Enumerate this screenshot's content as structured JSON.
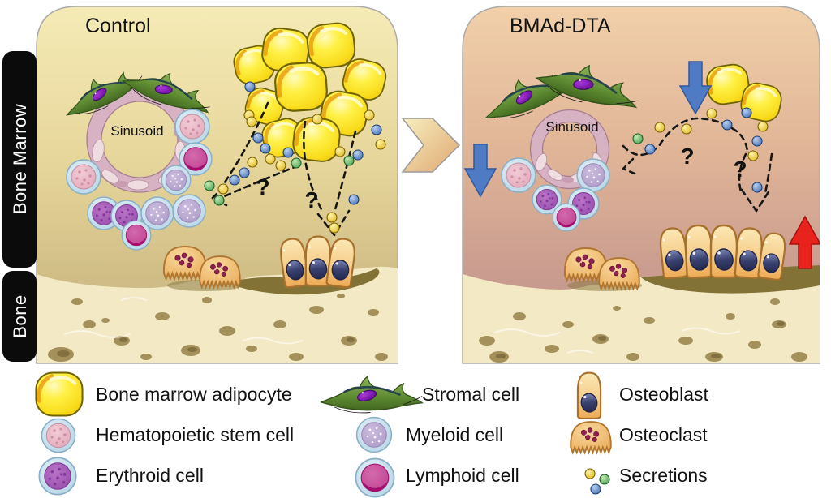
{
  "figure": {
    "panels": {
      "left": {
        "title": "Control",
        "sinusoid_label": "Sinusoid"
      },
      "right": {
        "title": "BMAd-DTA",
        "sinusoid_label": "Sinusoid"
      }
    },
    "side_labels": {
      "bone_marrow": "Bone Marrow",
      "bone": "Bone"
    },
    "glyphs": {
      "question": "?"
    },
    "legend": {
      "items": [
        {
          "icon": "bone-marrow-adipocyte-icon",
          "label": "Bone marrow adipocyte"
        },
        {
          "icon": "hematopoietic-stem-cell-icon",
          "label": "Hematopoietic stem cell"
        },
        {
          "icon": "erythroid-cell-icon",
          "label": "Erythroid cell"
        },
        {
          "icon": "stromal-cell-icon",
          "label": "Stromal cell"
        },
        {
          "icon": "myeloid-cell-icon",
          "label": "Myeloid cell"
        },
        {
          "icon": "lymphoid-cell-icon",
          "label": "Lymphoid cell"
        },
        {
          "icon": "osteoblast-icon",
          "label": "Osteoblast"
        },
        {
          "icon": "osteoclast-icon",
          "label": "Osteoclast"
        },
        {
          "icon": "secretions-icon",
          "label": "Secretions"
        }
      ]
    },
    "colors": {
      "adipocyte_yellow": "#F9DF28",
      "stromal_green": "#6F9A3F",
      "decrease_arrow_blue": "#4E7BC4",
      "increase_arrow_red": "#E8231E",
      "marrow_left_top": "#F5EBB6",
      "marrow_right_top": "#F1D0AA",
      "bone_fill": "#F3E9C5"
    }
  }
}
